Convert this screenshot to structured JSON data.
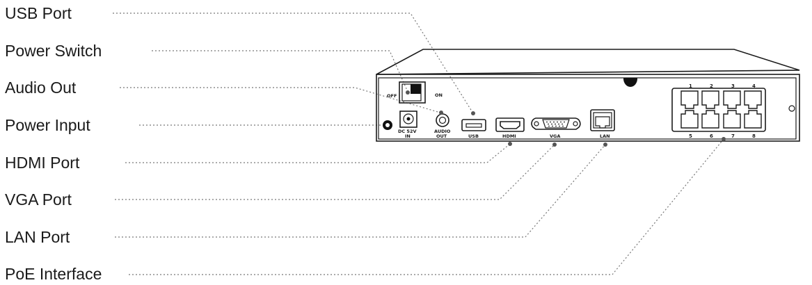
{
  "callouts": [
    {
      "id": "usb",
      "label": "USB Port"
    },
    {
      "id": "power_switch",
      "label": "Power Switch"
    },
    {
      "id": "audio_out",
      "label": "Audio Out"
    },
    {
      "id": "power_input",
      "label": "Power Input"
    },
    {
      "id": "hdmi",
      "label": "HDMI Port"
    },
    {
      "id": "vga",
      "label": "VGA Port"
    },
    {
      "id": "lan",
      "label": "LAN Port"
    },
    {
      "id": "poe",
      "label": "PoE Interface"
    }
  ],
  "device_labels": {
    "off": "OFF",
    "on": "ON",
    "dc_line1": "DC 52V",
    "dc_line2": "IN",
    "audio_line1": "AUDIO",
    "audio_line2": "OUT",
    "usb": "USB",
    "hdmi": "HDMI",
    "vga": "VGA",
    "lan": "LAN",
    "poe_top_numbers": [
      "1",
      "2",
      "3",
      "4"
    ],
    "poe_bottom_numbers": [
      "5",
      "6",
      "7",
      "8"
    ]
  }
}
